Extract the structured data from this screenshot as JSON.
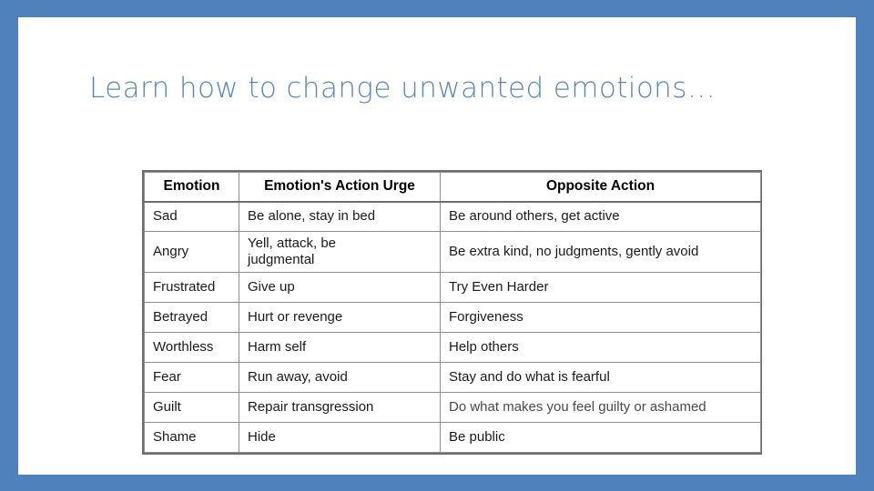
{
  "slide": {
    "border_color": "#4f81bd",
    "background_color": "#ffffff",
    "title": "Learn how to change unwanted emotions…",
    "title_color": "#5b87b8"
  },
  "table": {
    "border_color": "#6d6d6d",
    "grid_color": "#8f8f8f",
    "headers": [
      "Emotion",
      "Emotion's Action Urge",
      "Opposite Action"
    ],
    "rows": [
      {
        "emotion": "Sad",
        "action_urge": "Be alone, stay in bed",
        "opposite_action": "Be around others, get active",
        "tall": false,
        "muted_opposite": false
      },
      {
        "emotion": "Angry",
        "action_urge": "Yell, attack, be judgmental",
        "opposite_action": "Be extra kind, no judgments, gently avoid",
        "tall": true,
        "muted_opposite": false
      },
      {
        "emotion": "Frustrated",
        "action_urge": "Give up",
        "opposite_action": "Try Even Harder",
        "tall": false,
        "muted_opposite": false
      },
      {
        "emotion": "Betrayed",
        "action_urge": "Hurt or revenge",
        "opposite_action": "Forgiveness",
        "tall": false,
        "muted_opposite": false
      },
      {
        "emotion": "Worthless",
        "action_urge": "Harm self",
        "opposite_action": "Help others",
        "tall": false,
        "muted_opposite": false
      },
      {
        "emotion": "Fear",
        "action_urge": "Run away, avoid",
        "opposite_action": "Stay and do what is fearful",
        "tall": false,
        "muted_opposite": false
      },
      {
        "emotion": "Guilt",
        "action_urge": "Repair transgression",
        "opposite_action": "Do what makes you feel guilty or ashamed",
        "tall": false,
        "muted_opposite": true
      },
      {
        "emotion": "Shame",
        "action_urge": "Hide",
        "opposite_action": "Be public",
        "tall": false,
        "muted_opposite": false
      }
    ]
  }
}
